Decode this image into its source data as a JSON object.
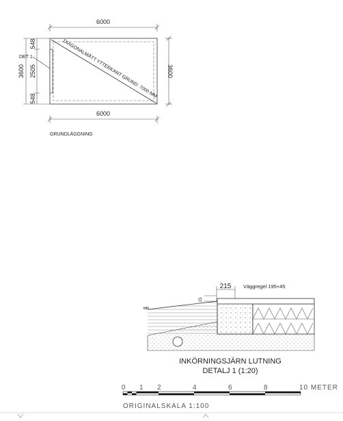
{
  "plan": {
    "dim_top": "6000",
    "dim_bottom": "6000",
    "dim_left_total": "3600",
    "dim_right": "3600",
    "dim_left_top": "548",
    "dim_left_mid": "2505",
    "dim_left_bottom": "548",
    "det_label": "DET 1",
    "diagonal_label": "DIAGONALMÅTT YTTERKANT GRUND: 7000 MM",
    "caption": "GRUNDLÄGGNING"
  },
  "detail": {
    "dim_width": "215",
    "dim_small": "15",
    "wall_label": "Väggregel 195+45",
    "title_line1": "INKÖRNINGSJÄRN LUTNING",
    "title_line2": "DETALJ 1 (1:20)"
  },
  "scale": {
    "labels": [
      "0",
      "1",
      "2",
      "4",
      "6",
      "8",
      "10 METER"
    ],
    "caption": "ORIGINALSKALA 1:100"
  }
}
